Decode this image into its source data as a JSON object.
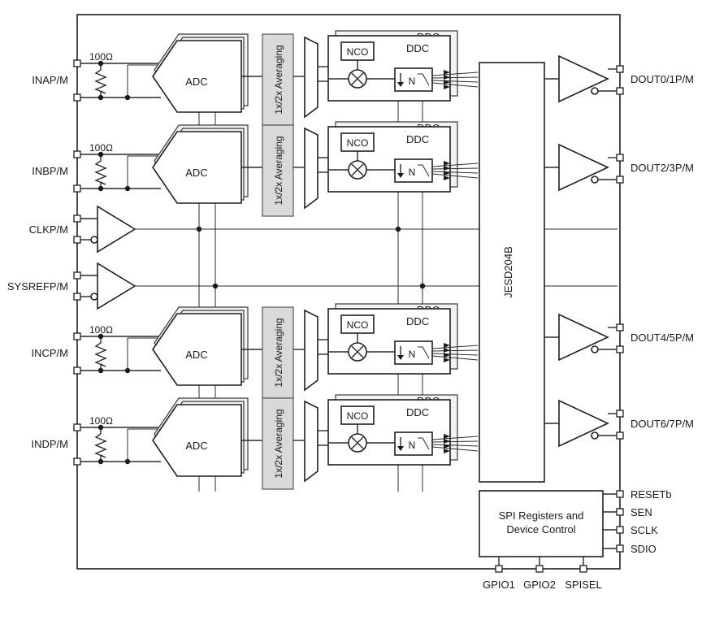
{
  "diagram": {
    "inputs": [
      {
        "pin_label": "INAP/M",
        "resistor_label": "100Ω",
        "adc_label": "ADC",
        "averaging_label": "1x/2x Averaging",
        "nco_label": "NCO",
        "ddc_label": "DDC",
        "ddc_shadow_label": "DDC",
        "decimation_label": "N"
      },
      {
        "pin_label": "INBP/M",
        "resistor_label": "100Ω",
        "adc_label": "ADC",
        "averaging_label": "1x/2x Averaging",
        "nco_label": "NCO",
        "ddc_label": "DDC",
        "ddc_shadow_label": "DDC",
        "decimation_label": "N"
      },
      {
        "pin_label": "INCP/M",
        "resistor_label": "100Ω",
        "adc_label": "ADC",
        "averaging_label": "1x/2x Averaging",
        "nco_label": "NCO",
        "ddc_label": "DDC",
        "ddc_shadow_label": "DDC",
        "decimation_label": "N"
      },
      {
        "pin_label": "INDP/M",
        "resistor_label": "100Ω",
        "adc_label": "ADC",
        "averaging_label": "1x/2x Averaging",
        "nco_label": "NCO",
        "ddc_label": "DDC",
        "ddc_shadow_label": "DDC",
        "decimation_label": "N"
      }
    ],
    "clock_inputs": [
      {
        "pin_label": "CLKP/M"
      },
      {
        "pin_label": "SYSREFP/M"
      }
    ],
    "jesd_label": "JESD204B",
    "outputs": [
      {
        "pin_label": "DOUT0/1P/M"
      },
      {
        "pin_label": "DOUT2/3P/M"
      },
      {
        "pin_label": "DOUT4/5P/M"
      },
      {
        "pin_label": "DOUT6/7P/M"
      }
    ],
    "spi_block": {
      "label_line1": "SPI Registers and",
      "label_line2": "Device Control"
    },
    "spi_pins": [
      "RESETb",
      "SEN",
      "SCLK",
      "SDIO"
    ],
    "bottom_pins": [
      "GPIO1",
      "GPIO2",
      "SPISEL"
    ]
  }
}
